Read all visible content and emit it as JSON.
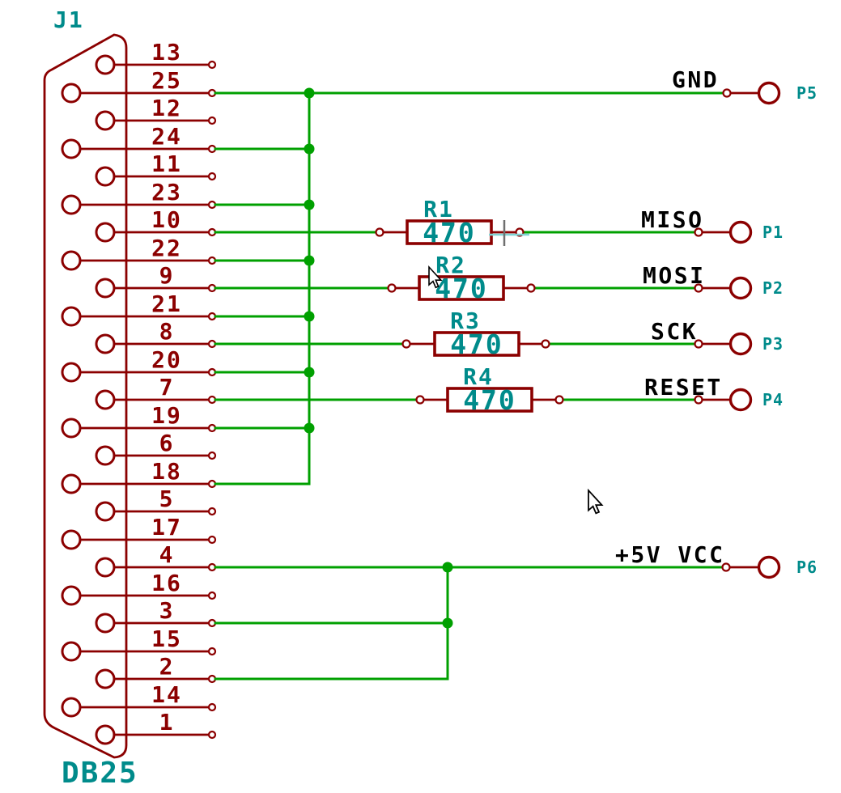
{
  "schematic": {
    "connector": {
      "reference": "J1",
      "name": "DB25",
      "pins": [
        {
          "number": "13",
          "net": null
        },
        {
          "number": "25",
          "net": "gnd"
        },
        {
          "number": "12",
          "net": null
        },
        {
          "number": "24",
          "net": "bus"
        },
        {
          "number": "11",
          "net": null
        },
        {
          "number": "23",
          "net": "bus"
        },
        {
          "number": "10",
          "net": "miso"
        },
        {
          "number": "22",
          "net": "bus"
        },
        {
          "number": "9",
          "net": "mosi"
        },
        {
          "number": "21",
          "net": "bus"
        },
        {
          "number": "8",
          "net": "sck"
        },
        {
          "number": "20",
          "net": "bus"
        },
        {
          "number": "7",
          "net": "reset"
        },
        {
          "number": "19",
          "net": "bus"
        },
        {
          "number": "6",
          "net": null
        },
        {
          "number": "18",
          "net": "bus"
        },
        {
          "number": "5",
          "net": null
        },
        {
          "number": "17",
          "net": null
        },
        {
          "number": "4",
          "net": "vcc_main"
        },
        {
          "number": "16",
          "net": null
        },
        {
          "number": "3",
          "net": "vcc_tap"
        },
        {
          "number": "15",
          "net": null
        },
        {
          "number": "2",
          "net": "vcc_tap"
        },
        {
          "number": "14",
          "net": null
        },
        {
          "number": "1",
          "net": null
        }
      ]
    },
    "resistors": [
      {
        "reference": "R1",
        "value": "470"
      },
      {
        "reference": "R2",
        "value": "470"
      },
      {
        "reference": "R3",
        "value": "470"
      },
      {
        "reference": "R4",
        "value": "470"
      }
    ],
    "labels": {
      "gnd": "GND",
      "miso": "MISO",
      "mosi": "MOSI",
      "sck": "SCK",
      "reset": "RESET",
      "vcc": "+5V VCC"
    },
    "ports": [
      "P1",
      "P2",
      "P3",
      "P4",
      "P5",
      "P6"
    ],
    "colors": {
      "wire": "#00a000",
      "symbol": "#8b0000",
      "accent": "#008b8b",
      "label": "#000000",
      "background": "#ffffff"
    }
  }
}
